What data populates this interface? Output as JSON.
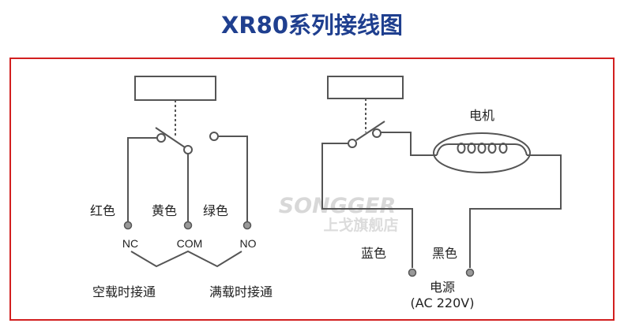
{
  "title": "XR80系列接线图",
  "colors": {
    "title": "#1f3f8f",
    "frame": "#d21f1f"
  },
  "watermark": {
    "brand": "SONGGER",
    "shop": "上戈旗舰店"
  },
  "left_diagram": {
    "wire_labels": [
      "红色",
      "黄色",
      "绿色"
    ],
    "terminal_labels": [
      "NC",
      "COM",
      "NO"
    ],
    "notes": [
      "空载时接通",
      "满载时接通"
    ]
  },
  "right_diagram": {
    "motor_label": "电机",
    "wire_labels": [
      "蓝色",
      "黑色"
    ],
    "power_label": "电源",
    "power_spec": "(AC 220V)"
  }
}
